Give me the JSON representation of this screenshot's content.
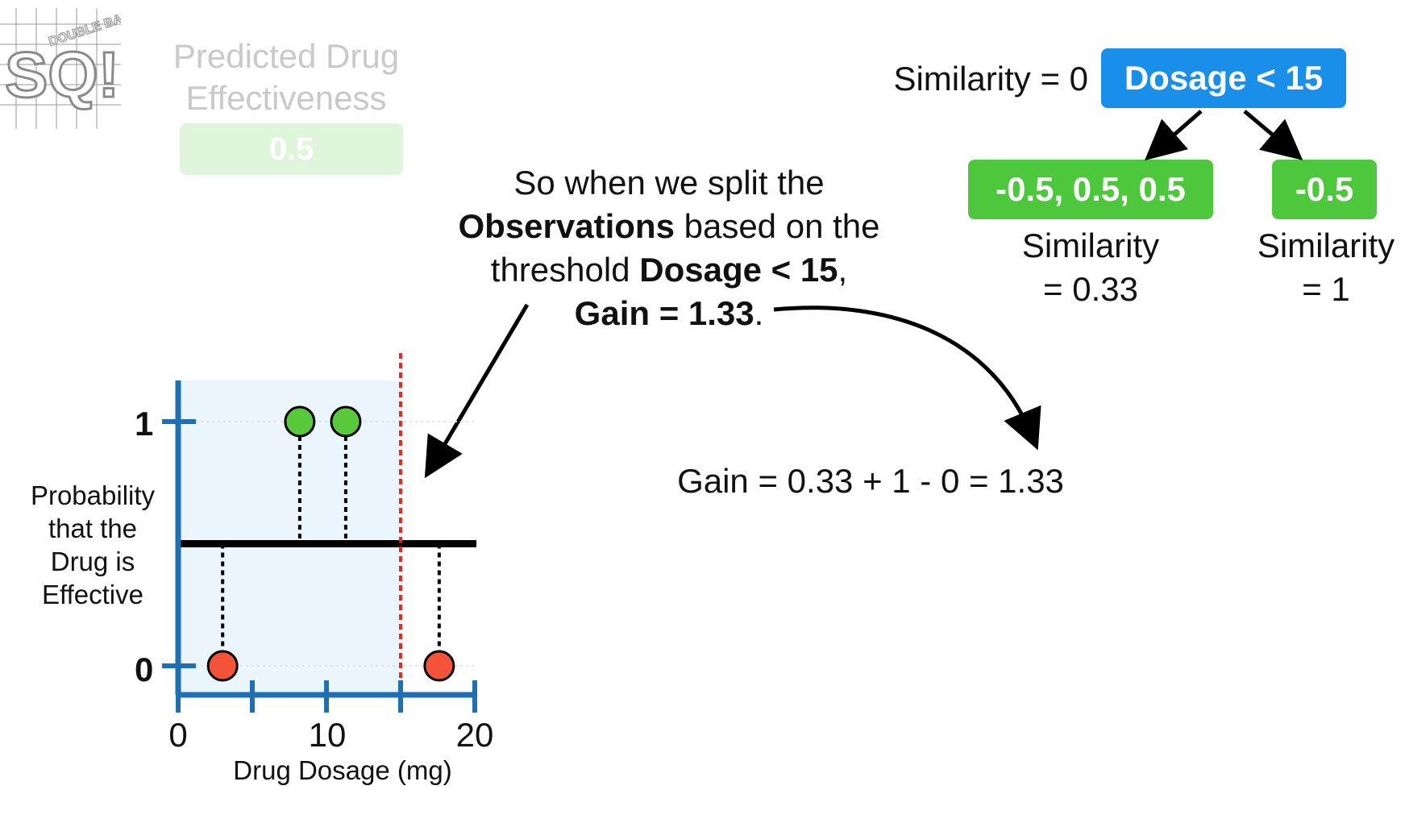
{
  "logo": {
    "big_letters": "SQ!",
    "small_text": "DOUBLE BAM!!!"
  },
  "predicted": {
    "title_line1": "Predicted Drug",
    "title_line2": "Effectiveness",
    "value": "0.5"
  },
  "caption": {
    "line1": "So when we split the",
    "line2_bold": "Observations",
    "line2_rest": " based on the",
    "line3_pre": "threshold ",
    "line3_bold": "Dosage < 15",
    "line3_post": ",",
    "line4_bold": "Gain = 1.33",
    "line4_post": "."
  },
  "tree": {
    "root_similarity": "Similarity = 0",
    "root_label": "Dosage < 15",
    "left_label": "-0.5, 0.5, 0.5",
    "right_label": "-0.5",
    "left_similarity_line1": "Similarity",
    "left_similarity_line2": "= 0.33",
    "right_similarity_line1": "Similarity",
    "right_similarity_line2": "= 1",
    "root_color": "#1a8fea",
    "leaf_color": "#4dc83d"
  },
  "gain_equation": "Gain = 0.33 + 1 - 0 = 1.33",
  "chart_data": {
    "type": "scatter",
    "xlabel": "Drug Dosage (mg)",
    "ylabel_lines": [
      "Probability",
      "that the",
      "Drug is",
      "Effective"
    ],
    "xlim": [
      0,
      20
    ],
    "ylim": [
      0,
      1
    ],
    "x_tick_labels": [
      "0",
      "10",
      "20"
    ],
    "x_tick_values": [
      0,
      10,
      20
    ],
    "x_minor_ticks": [
      5,
      15
    ],
    "y_tick_labels": [
      "0",
      "1"
    ],
    "y_tick_values": [
      0,
      1
    ],
    "threshold": 15,
    "prediction": 0.5,
    "points": [
      {
        "x": 3,
        "y": 0,
        "color": "#f5523a"
      },
      {
        "x": 8.2,
        "y": 1,
        "color": "#57c93a"
      },
      {
        "x": 11.3,
        "y": 1,
        "color": "#57c93a"
      },
      {
        "x": 17.6,
        "y": 0,
        "color": "#f5523a"
      }
    ],
    "highlight_region": [
      0,
      15
    ],
    "colors": {
      "axis": "#1f6fb5",
      "threshold": "#d6302b",
      "region": "#eaf5fd"
    }
  }
}
